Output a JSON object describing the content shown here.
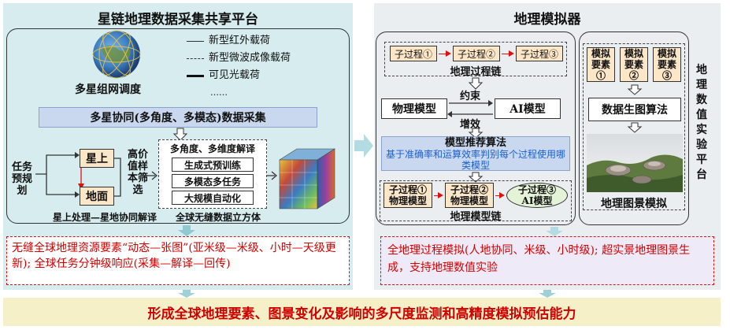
{
  "left": {
    "title": "星链地理数据采集共享平台",
    "payloads": [
      "新型红外载荷",
      "新型微波成像载荷",
      "可见光载荷",
      "……"
    ],
    "multi_sat_label": "多星组网调度",
    "collection_bar": "多星协同(多角度、多模态)数据采集",
    "task_label": "任务预规划",
    "onboard": "星上",
    "ground": "地面",
    "filter_label": "高价值样本筛选",
    "interp_title": "多角度、多维度解译",
    "interp_items": [
      "生成式预训练",
      "多模态多任务",
      "大规模自动化"
    ],
    "cube_label": "全球无缝数据立方体",
    "bottom_caption": "星上处理—星地协同解译",
    "output_text": "无缝全球地理资源要素“动态—张图”(亚米级—米级、小时—天级更新); 全球任务分钟级响应(采集—解译—回传)"
  },
  "right": {
    "title": "地理模拟器",
    "chain_items": [
      "子过程①",
      "子过程②",
      "子过程③"
    ],
    "chain_label": "地理过程链",
    "phys_model": "物理模型",
    "ai_model": "AI模型",
    "constrain": "约束",
    "enhance": "增效",
    "rec_title": "模型推荐算法",
    "rec_desc": "基于准确率和运算效率判别每个过程使用哪类模型",
    "model_chain": [
      {
        "sub": "子过程①",
        "model": "物理模型"
      },
      {
        "sub": "子过程②",
        "model": "物理模型"
      },
      {
        "sub": "子过程③",
        "model": "AI模型"
      }
    ],
    "model_chain_label": "地理模型链",
    "elements": [
      "模拟要素①",
      "模拟要素②",
      "模拟要素③"
    ],
    "gen_algo": "数据生图算法",
    "scene_label": "地理图景模拟",
    "platform_label": "地理数值实验平台",
    "output_text": "全地理过程模拟(人地协同、米级、小时级); 超实景地理图景生成，支持地理数值实验"
  },
  "bottom_banner": "形成全球地理要素、图景变化及影响的多尺度监测和高精度模拟预估能力",
  "colors": {
    "left_bg": "#d6ecee",
    "right_bg": "#ebeef0",
    "accent_red": "#d10000",
    "accent_blue": "#1a5fd0",
    "banner_bg": "#f5f0c8",
    "arrow_blue": "#9fd0d6"
  }
}
